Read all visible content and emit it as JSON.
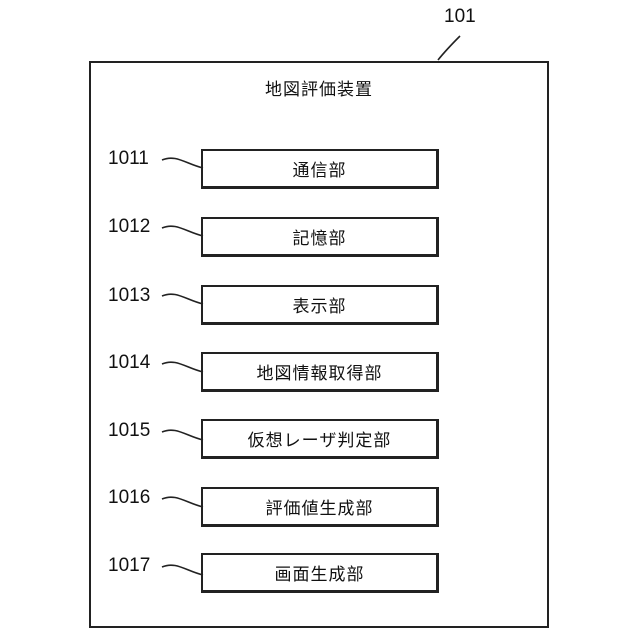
{
  "device": {
    "ref": "101",
    "title": "地図評価装置"
  },
  "units": [
    {
      "ref": "1011",
      "label": "通信部"
    },
    {
      "ref": "1012",
      "label": "記憶部"
    },
    {
      "ref": "1013",
      "label": "表示部"
    },
    {
      "ref": "1014",
      "label": "地図情報取得部"
    },
    {
      "ref": "1015",
      "label": "仮想レーザ判定部"
    },
    {
      "ref": "1016",
      "label": "評価値生成部"
    },
    {
      "ref": "1017",
      "label": "画面生成部"
    }
  ]
}
